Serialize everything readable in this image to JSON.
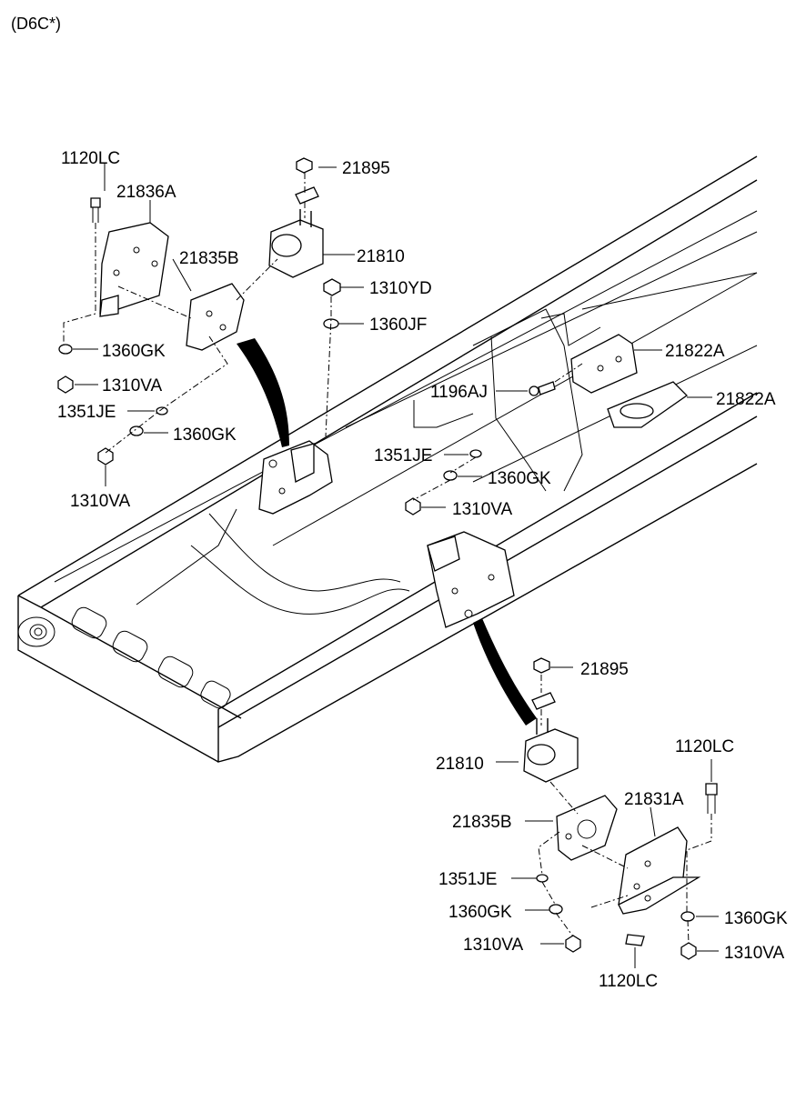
{
  "header": {
    "variant": "(D6C*)"
  },
  "callouts": {
    "p1120lc_top": "1120LC",
    "p21836a": "21836A",
    "p21835b_top": "21835B",
    "p21895_top": "21895",
    "p21810_top": "21810",
    "p1310yd": "1310YD",
    "p1360jf": "1360JF",
    "p1360gk_a": "1360GK",
    "p1310va_a": "1310VA",
    "p1351je_a": "1351JE",
    "p1360gk_b": "1360GK",
    "p1310va_b": "1310VA",
    "p21822a_1": "21822A",
    "p21822a_2": "21822A",
    "p1196aj": "1196AJ",
    "p1351je_b": "1351JE",
    "p1360gk_c": "1360GK",
    "p1310va_c": "1310VA",
    "p21895_bot": "21895",
    "p21810_bot": "21810",
    "p1120lc_r": "1120LC",
    "p21831a": "21831A",
    "p21835b_bot": "21835B",
    "p1351je_c": "1351JE",
    "p1360gk_d": "1360GK",
    "p1310va_d": "1310VA",
    "p1360gk_e": "1360GK",
    "p1310va_e": "1310VA",
    "p1120lc_bot": "1120LC"
  }
}
